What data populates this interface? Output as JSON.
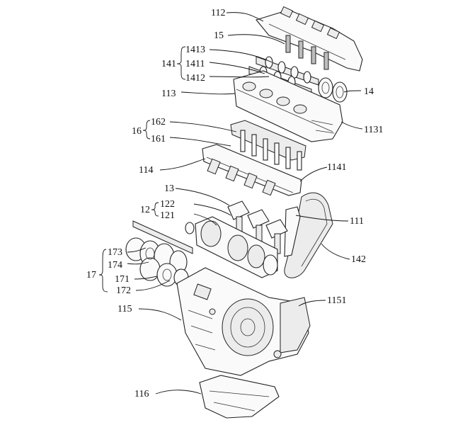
{
  "labels": {
    "l112": "112",
    "l15": "15",
    "l141": "141",
    "l1413": "1413",
    "l1411": "1411",
    "l1412": "1412",
    "l14": "14",
    "l113": "113",
    "l1131": "1131",
    "l16": "16",
    "l162": "162",
    "l161": "161",
    "l114": "114",
    "l1141": "1141",
    "l13": "13",
    "l12": "12",
    "l122": "122",
    "l121": "121",
    "l111": "111",
    "l142": "142",
    "l173": "173",
    "l174": "174",
    "l17": "17",
    "l171": "171",
    "l172": "172",
    "l115": "115",
    "l1151": "1151",
    "l116": "116"
  }
}
